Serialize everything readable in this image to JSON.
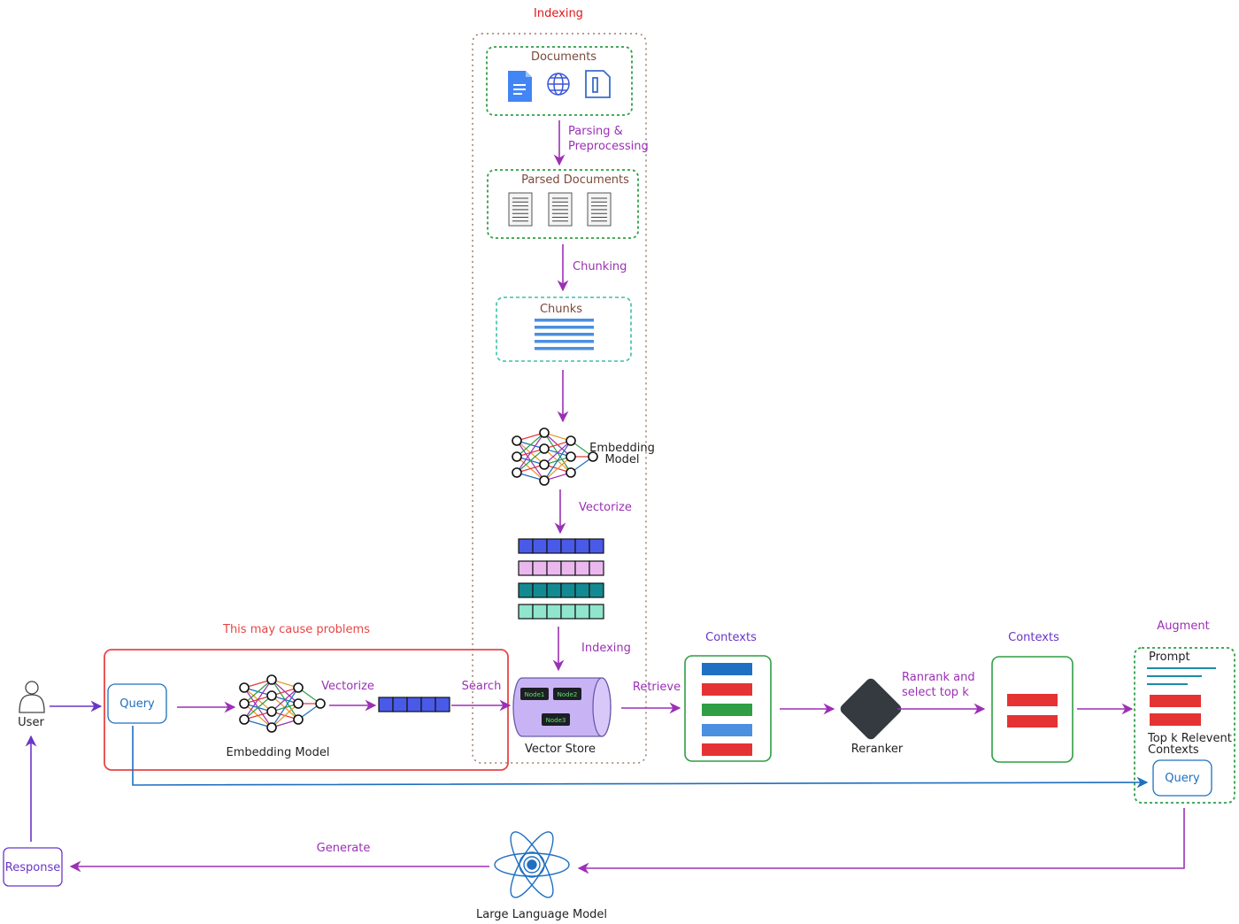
{
  "indexing": {
    "section_title": "Indexing",
    "documents_label": "Documents",
    "parsing_label_1": "Parsing  &",
    "parsing_label_2": "Preprocessing",
    "parsed_documents_label": "Parsed Documents",
    "chunking_label": "Chunking",
    "chunks_label": "Chunks",
    "embedding_model_label_1": "Embedding",
    "embedding_model_label_2": "Model",
    "vectorize_label": "Vectorize",
    "indexing_edge_label": "Indexing"
  },
  "query_flow": {
    "warning_label": "This may cause problems",
    "user_label": "User",
    "query_label": "Query",
    "embedding_model_label": "Embedding Model",
    "vectorize_label": "Vectorize",
    "search_label": "Search",
    "vector_store_label": "Vector Store",
    "nodes": [
      "Node1",
      "Node2",
      "Node3"
    ],
    "retrieve_label": "Retrieve",
    "contexts_label_1": "Contexts",
    "reranker_label": "Reranker",
    "rerank_label_1": "Ranrank and",
    "rerank_label_2": "select top k",
    "contexts_label_2": "Contexts",
    "augment_label": "Augment",
    "prompt_label": "Prompt",
    "topk_label_1": "Top k Relevent",
    "topk_label_2": "Contexts",
    "prompt_query_label": "Query",
    "generate_label": "Generate",
    "llm_label": "Large Language Model",
    "response_label": "Response"
  },
  "colors": {
    "arrow_purple": "#9b30b5",
    "arrow_blue": "#1e6fbf",
    "warning_red": "#e84545",
    "green_border": "#2e9e44",
    "teal_border": "#3cbfa8",
    "ctx_blue": "#1f6fc2",
    "ctx_red": "#e53333",
    "ctx_green": "#2f9e44",
    "ctx_lightblue": "#4a8fe0",
    "vec_blue": "#4a5ae8",
    "vec_pink": "#eab8ee",
    "vec_teal": "#138a92",
    "vec_mint": "#8fe6cc",
    "store_fill": "#c8b4f5",
    "reranker_fill": "#343a40"
  }
}
